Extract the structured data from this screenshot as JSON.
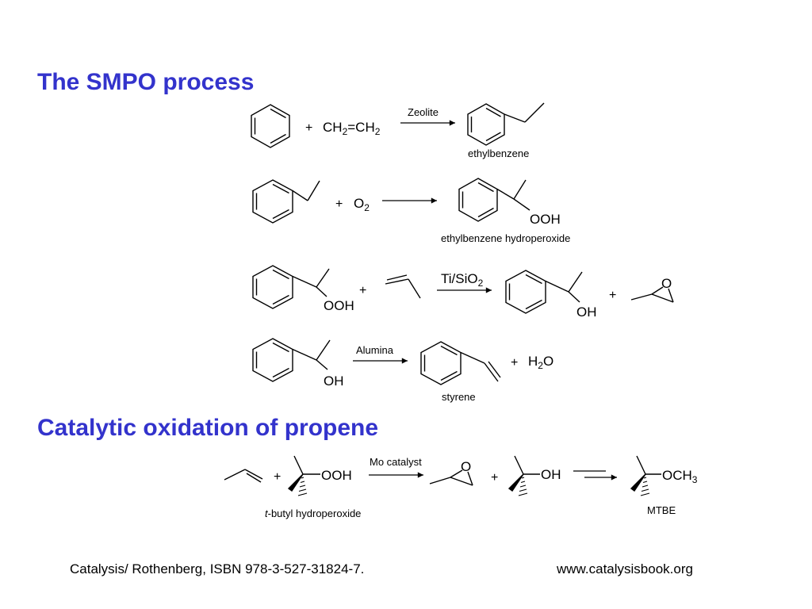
{
  "headings": {
    "smpo": "The SMPO process",
    "propene": "Catalytic oxidation of propene"
  },
  "reaction1": {
    "plus": "+",
    "reagent_main": "CH",
    "reagent_sub": "2",
    "reagent_eq": "=CH",
    "reagent_sub2": "2",
    "catalyst": "Zeolite",
    "product_label": "ethylbenzene"
  },
  "reaction2": {
    "plus": "+",
    "reagent_main": "O",
    "reagent_sub": "2",
    "product_group": "OOH",
    "product_label": "ethylbenzene hydroperoxide"
  },
  "reaction3": {
    "reactant_group": "OOH",
    "plus": "+",
    "catalyst_main": "Ti/SiO",
    "catalyst_sub": "2",
    "product_group": "OH",
    "plus2": "+",
    "epoxide_o": "O"
  },
  "reaction4": {
    "reactant_group": "OH",
    "catalyst": "Alumina",
    "product_label": "styrene",
    "plus": "+",
    "water_main": "H",
    "water_sub": "2",
    "water_end": "O"
  },
  "reaction5": {
    "plus": "+",
    "tbhp_group": "OOH",
    "catalyst": "Mo catalyst",
    "epoxide_o": "O",
    "plus2": "+",
    "tba_group": "OH",
    "mtbe_group_main": "OCH",
    "mtbe_group_sub": "3",
    "tbhp_label_italic": "t",
    "tbhp_label_rest": "-butyl hydroperoxide",
    "mtbe_label": "MTBE"
  },
  "footer": {
    "citation": "Catalysis/ Rothenberg, ISBN 978-3-527-31824-7.",
    "website": "www.catalysisbook.org"
  }
}
